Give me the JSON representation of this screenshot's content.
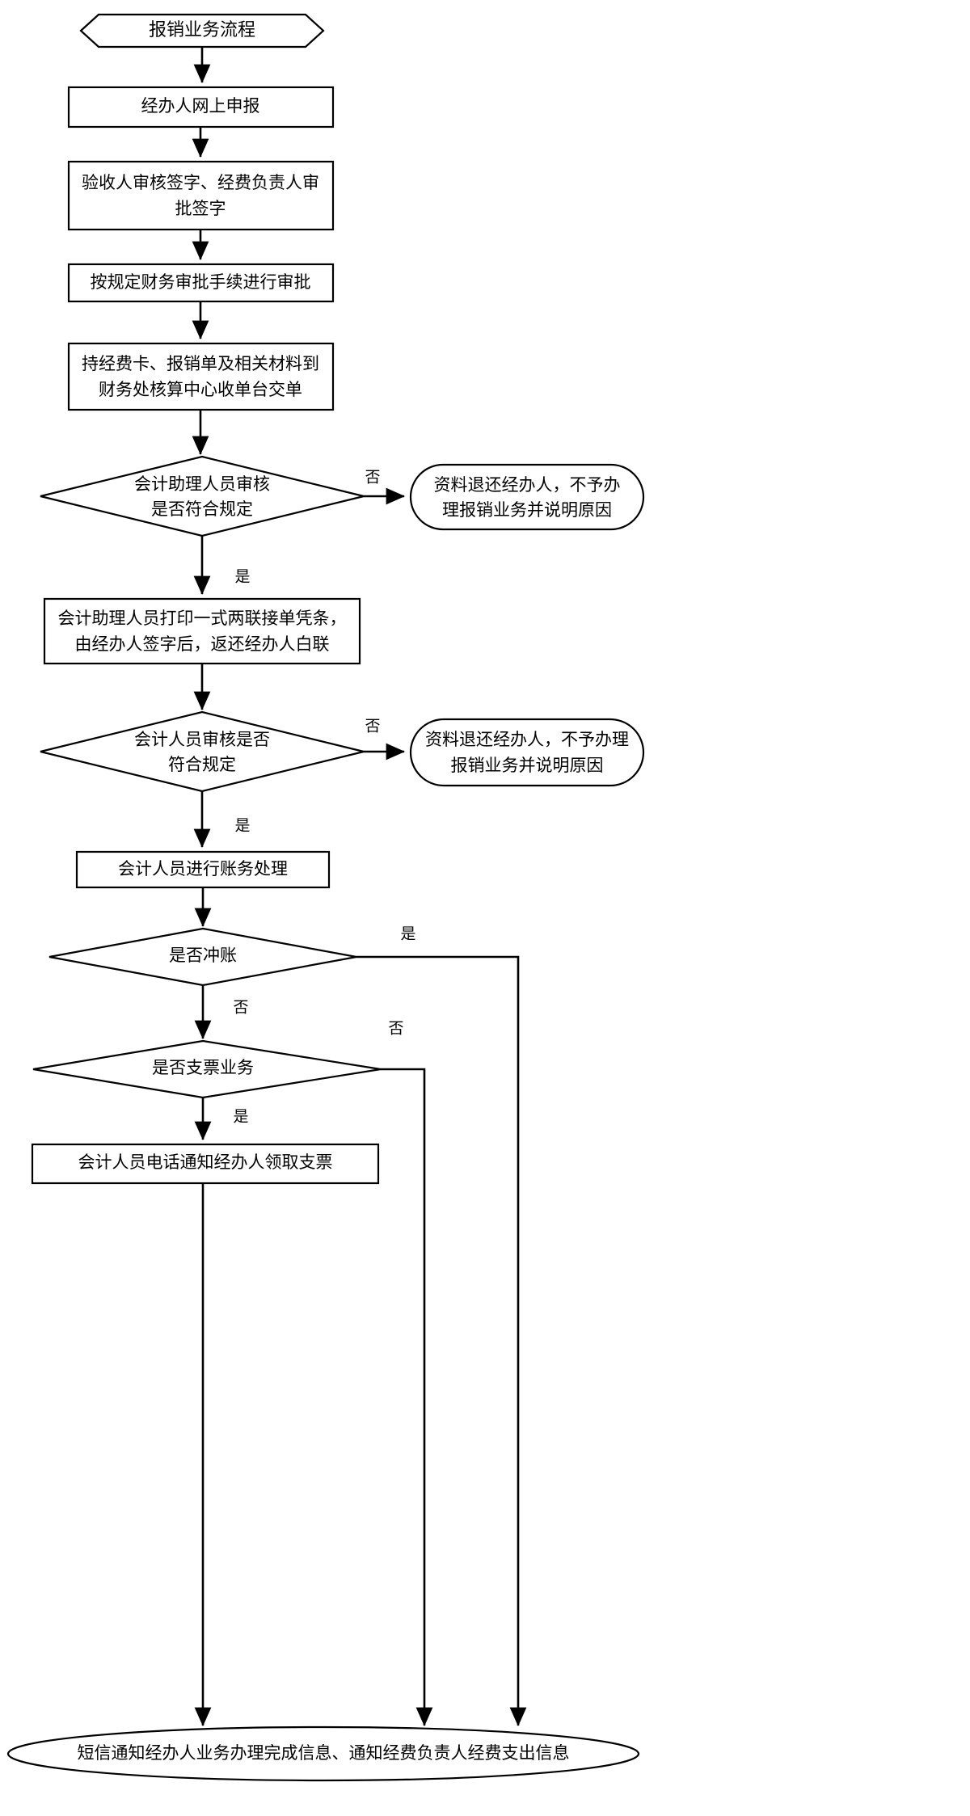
{
  "diagram": {
    "type": "flowchart",
    "title": "报销业务流程",
    "orientation": "top-to-bottom",
    "background_color": "#ffffff",
    "line_color": "#000000",
    "shape_fill": "#ffffff"
  },
  "nodes": {
    "title": {
      "shape": "hexagon",
      "text": "报销业务流程"
    },
    "n1": {
      "shape": "rectangle",
      "text": "经办人网上申报"
    },
    "n2": {
      "shape": "rectangle",
      "line1": "验收人审核签字、经费负责人审",
      "line2": "批签字"
    },
    "n3": {
      "shape": "rectangle",
      "text": "按规定财务审批手续进行审批"
    },
    "n4": {
      "shape": "rectangle",
      "line1": "持经费卡、报销单及相关材料到",
      "line2": "财务处核算中心收单台交单"
    },
    "d1": {
      "shape": "diamond",
      "line1": "会计助理人员审核",
      "line2": "是否符合规定"
    },
    "r1": {
      "shape": "rounded-rectangle",
      "line1": "资料退还经办人，不予办",
      "line2": "理报销业务并说明原因"
    },
    "n5": {
      "shape": "rectangle",
      "line1": "会计助理人员打印一式两联接单凭条，",
      "line2": "由经办人签字后，返还经办人白联"
    },
    "d2": {
      "shape": "diamond",
      "line1": "会计人员审核是否",
      "line2": "符合规定"
    },
    "r2": {
      "shape": "rounded-rectangle",
      "line1": "资料退还经办人，不予办理",
      "line2": "报销业务并说明原因"
    },
    "n6": {
      "shape": "rectangle",
      "text": "会计人员进行账务处理"
    },
    "d3": {
      "shape": "diamond",
      "text": "是否冲账"
    },
    "d4": {
      "shape": "diamond",
      "text": "是否支票业务"
    },
    "n7": {
      "shape": "rectangle",
      "text": "会计人员电话通知经办人领取支票"
    },
    "end": {
      "shape": "ellipse",
      "text": "短信通知经办人业务办理完成信息、通知经费负责人经费支出信息"
    }
  },
  "edge_labels": {
    "d1_no": "否",
    "d1_yes": "是",
    "d2_no": "否",
    "d2_yes": "是",
    "d3_yes": "是",
    "d3_no": "否",
    "d4_no": "否",
    "d4_yes": "是"
  }
}
